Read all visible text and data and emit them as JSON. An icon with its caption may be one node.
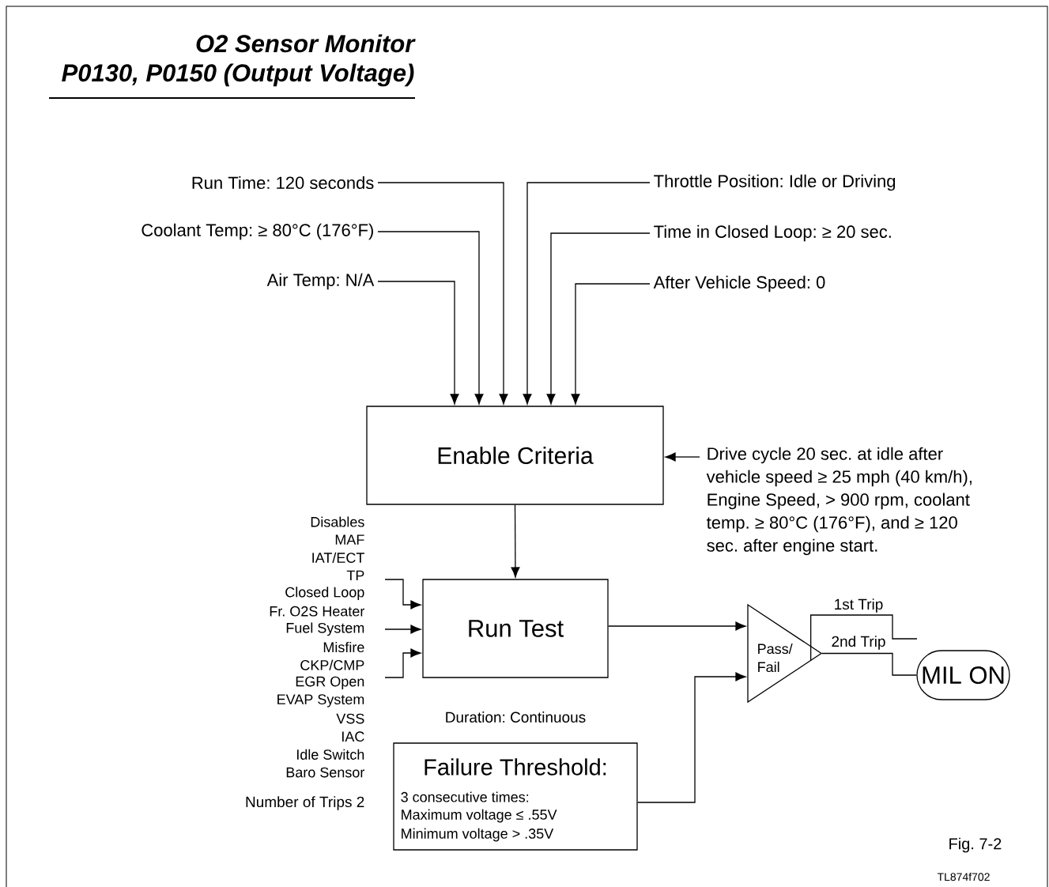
{
  "diagram": {
    "title": "O2 Sensor Monitor P0130, P0150 (Output Voltage)",
    "caption": "Fig. 7-2",
    "nodes": [
      {
        "text": [
          "Run Time: 120 seconds"
        ]
      },
      {
        "text": [
          "Coolant Temp: ≥ 80°C (176°F)"
        ]
      },
      {
        "text": [
          "Air Temp: N/A"
        ]
      },
      {
        "text": [
          "Throttle Position: Idle or Driving"
        ]
      },
      {
        "text": [
          "Time in Closed Loop: ≥ 20 sec."
        ]
      },
      {
        "text": [
          "After Vehicle Speed: 0"
        ]
      },
      {
        "text": [
          "Enable Criteria"
        ]
      },
      {
        "text": [
          "Drive cycle 20 sec. at idle after vehicle speed ≥ 25 mph (40 km/h), Engine Speed, > 900 rpm, coolant temp. ≥ 80°C (176°F), and ≥ 120 sec. after engine start."
        ]
      },
      {
        "text": [
          "Run Test"
        ]
      },
      {
        "text": [
          "Failure Threshold:",
          "3 consecutive times:",
          "Maximum voltage ≤ .55V",
          "Minimum voltage > .35V"
        ]
      },
      {
        "text": [
          "Pass/ Fail"
        ]
      },
      {
        "text": [
          "MIL ON"
        ]
      }
    ],
    "edges": [
      {
        "from": 0,
        "to": 6,
        "arrow": "to"
      },
      {
        "from": 1,
        "to": 6,
        "arrow": "to"
      },
      {
        "from": 2,
        "to": 6,
        "arrow": "to"
      },
      {
        "from": 3,
        "to": 6,
        "arrow": "to"
      },
      {
        "from": 4,
        "to": 6,
        "arrow": "to"
      },
      {
        "from": 5,
        "to": 6,
        "arrow": "to"
      },
      {
        "from": 7,
        "to": 6,
        "arrow": "to"
      },
      {
        "from": 6,
        "to": 8,
        "arrow": "to"
      },
      {
        "from": null,
        "to": 8,
        "arrow": "to"
      },
      {
        "from": null,
        "to": 8,
        "arrow": "to"
      },
      {
        "from": null,
        "to": 8,
        "arrow": "to"
      },
      {
        "from": 8,
        "to": 10,
        "arrow": "to"
      },
      {
        "from": 9,
        "to": 10,
        "arrow": "to"
      },
      {
        "from": 10,
        "to": null,
        "arrow": "none",
        "label": "1st Trip"
      },
      {
        "from": 10,
        "to": 11,
        "arrow": "none",
        "label": "2nd Trip"
      }
    ],
    "labels": [
      "Disables",
      "MAF",
      "IAT/ECT",
      "TP",
      "Closed Loop",
      "Fr. O2S Heater",
      "Fuel System",
      "Misfire",
      "CKP/CMP",
      "EGR Open",
      "EVAP System",
      "VSS",
      "IAC",
      "Idle Switch",
      "Baro Sensor",
      "Number of Trips 2",
      "Duration: Continuous",
      "TL874f702"
    ]
  }
}
